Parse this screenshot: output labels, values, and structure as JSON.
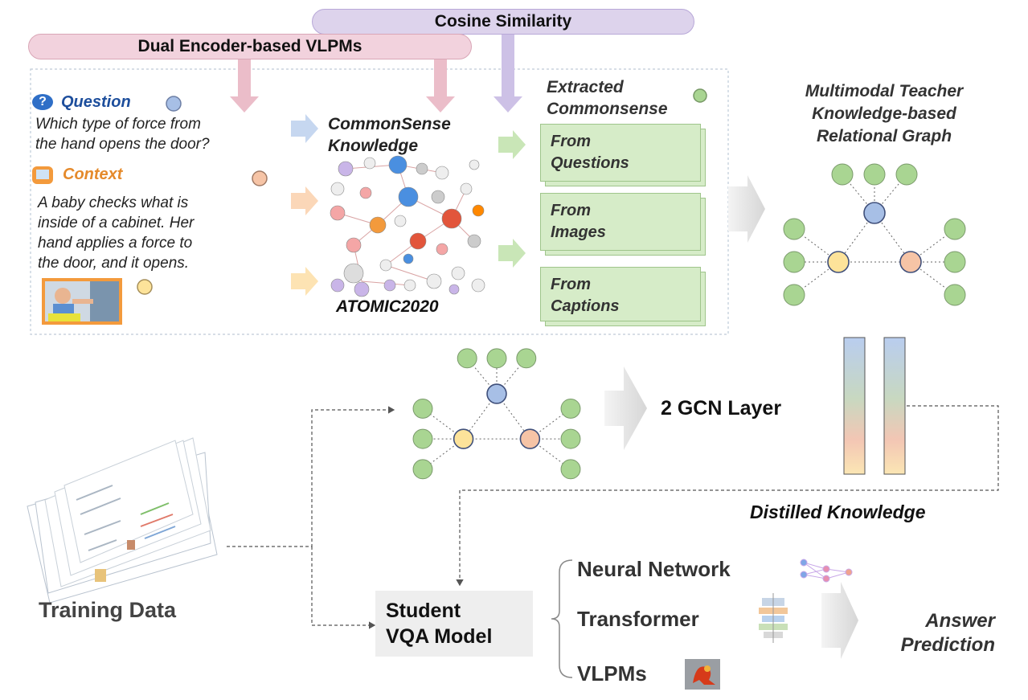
{
  "pills": {
    "cosine": "Cosine Similarity",
    "dual": "Dual Encoder-based VLPMs"
  },
  "question": {
    "label": "Question",
    "text_line1": "Which type of force from",
    "text_line2": "the hand opens the door?"
  },
  "context": {
    "label": "Context",
    "text_line1": "A baby checks what is",
    "text_line2": "inside of a cabinet. Her",
    "text_line3": "hand applies a force to",
    "text_line4": "the door, and it opens."
  },
  "knowledge": {
    "title_line1": "CommonSense",
    "title_line2": "Knowledge",
    "source": "ATOMIC2020"
  },
  "extracted": {
    "title_line1": "Extracted",
    "title_line2": "Commonsense",
    "cards": [
      {
        "line1": "From",
        "line2": "Questions"
      },
      {
        "line1": "From",
        "line2": "Images"
      },
      {
        "line1": "From",
        "line2": "Captions"
      }
    ]
  },
  "teacher": {
    "line1": "Multimodal Teacher",
    "line2": "Knowledge-based",
    "line3": "Relational Graph"
  },
  "gcn_label": "2 GCN Layer",
  "distilled_label": "Distilled Knowledge",
  "training_label": "Training Data",
  "student": {
    "line1": "Student",
    "line2": "VQA Model"
  },
  "tools": [
    "Neural Network",
    "Transformer",
    "VLPMs"
  ],
  "answer": {
    "line1": "Answer",
    "line2": "Prediction"
  },
  "colors": {
    "green_node": "#a9d592",
    "blue_node": "#a7bfe6",
    "yellow_node": "#fde39a",
    "orange_node": "#f6c4a6",
    "pink_pill": "#f2d2dd",
    "purple_pill": "#ddd3ec",
    "card_green": "#d6ecc8"
  }
}
